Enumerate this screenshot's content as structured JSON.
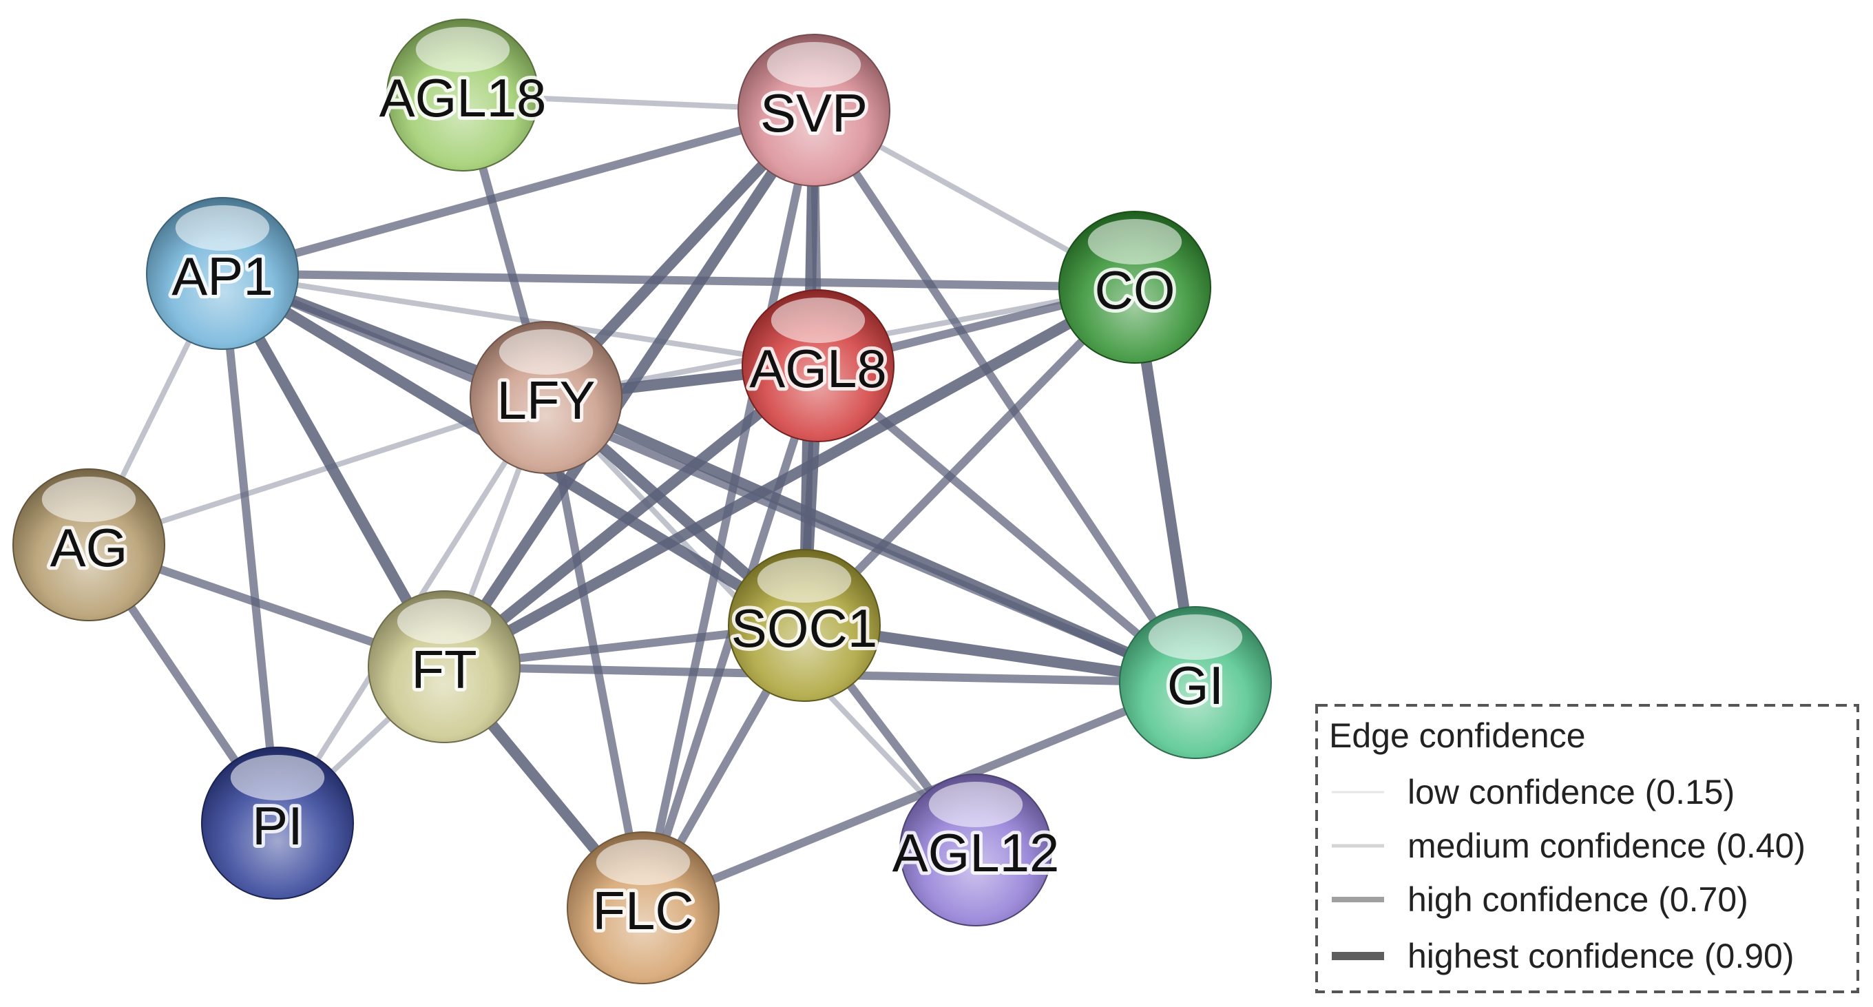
{
  "nodes": [
    {
      "id": "AGL18",
      "label": "AGL18",
      "color": "#9ccc6a"
    },
    {
      "id": "SVP",
      "label": "SVP",
      "color": "#d98a93"
    },
    {
      "id": "AP1",
      "label": "AP1",
      "color": "#6fb3d9"
    },
    {
      "id": "CO",
      "label": "CO",
      "color": "#2f8f2f"
    },
    {
      "id": "LFY",
      "label": "LFY",
      "color": "#c99a86"
    },
    {
      "id": "AGL8",
      "label": "AGL8",
      "color": "#d23a3a"
    },
    {
      "id": "AG",
      "label": "AG",
      "color": "#b39a6a"
    },
    {
      "id": "FT",
      "label": "FT",
      "color": "#c9c78a"
    },
    {
      "id": "SOC1",
      "label": "SOC1",
      "color": "#aaa235"
    },
    {
      "id": "GI",
      "label": "GI",
      "color": "#4fc48a"
    },
    {
      "id": "PI",
      "label": "PI",
      "color": "#2f3f97"
    },
    {
      "id": "FLC",
      "label": "FLC",
      "color": "#d3a06a"
    },
    {
      "id": "AGL12",
      "label": "AGL12",
      "color": "#8f7ad6"
    }
  ],
  "edges": [
    [
      "AGL18",
      "SVP",
      "medium"
    ],
    [
      "AGL18",
      "LFY",
      "high"
    ],
    [
      "SVP",
      "AP1",
      "high"
    ],
    [
      "SVP",
      "CO",
      "medium"
    ],
    [
      "SVP",
      "LFY",
      "highest"
    ],
    [
      "SVP",
      "AGL8",
      "high"
    ],
    [
      "SVP",
      "FT",
      "highest"
    ],
    [
      "SVP",
      "SOC1",
      "highest"
    ],
    [
      "SVP",
      "GI",
      "high"
    ],
    [
      "SVP",
      "FLC",
      "high"
    ],
    [
      "AP1",
      "CO",
      "high"
    ],
    [
      "AP1",
      "AGL8",
      "medium"
    ],
    [
      "AP1",
      "LFY",
      "highest"
    ],
    [
      "AP1",
      "AG",
      "medium"
    ],
    [
      "AP1",
      "PI",
      "high"
    ],
    [
      "AP1",
      "FT",
      "highest"
    ],
    [
      "AP1",
      "SOC1",
      "highest"
    ],
    [
      "AP1",
      "GI",
      "high"
    ],
    [
      "CO",
      "LFY",
      "medium"
    ],
    [
      "CO",
      "AGL8",
      "high"
    ],
    [
      "CO",
      "FT",
      "highest"
    ],
    [
      "CO",
      "SOC1",
      "high"
    ],
    [
      "CO",
      "GI",
      "highest"
    ],
    [
      "LFY",
      "AGL8",
      "highest"
    ],
    [
      "LFY",
      "AG",
      "medium"
    ],
    [
      "LFY",
      "FT",
      "medium"
    ],
    [
      "LFY",
      "SOC1",
      "highest"
    ],
    [
      "LFY",
      "GI",
      "highest"
    ],
    [
      "LFY",
      "FLC",
      "high"
    ],
    [
      "LFY",
      "PI",
      "medium"
    ],
    [
      "LFY",
      "AGL12",
      "medium"
    ],
    [
      "AGL8",
      "SOC1",
      "highest"
    ],
    [
      "AGL8",
      "GI",
      "high"
    ],
    [
      "AGL8",
      "FT",
      "highest"
    ],
    [
      "AGL8",
      "FLC",
      "high"
    ],
    [
      "AG",
      "FT",
      "high"
    ],
    [
      "AG",
      "PI",
      "high"
    ],
    [
      "FT",
      "SOC1",
      "high"
    ],
    [
      "FT",
      "GI",
      "high"
    ],
    [
      "FT",
      "FLC",
      "highest"
    ],
    [
      "FT",
      "PI",
      "medium"
    ],
    [
      "SOC1",
      "GI",
      "highest"
    ],
    [
      "SOC1",
      "FLC",
      "high"
    ],
    [
      "SOC1",
      "AGL12",
      "high"
    ],
    [
      "GI",
      "FLC",
      "high"
    ]
  ],
  "legend": {
    "title": "Edge confidence",
    "items": [
      {
        "label": "low confidence (0.15)",
        "level": "low"
      },
      {
        "label": "medium confidence (0.40)",
        "level": "medium"
      },
      {
        "label": "high confidence (0.70)",
        "level": "high"
      },
      {
        "label": "highest confidence (0.90)",
        "level": "highest"
      }
    ]
  },
  "colors": {
    "edge": "#5a6078",
    "legend_low": "#e6e6e6",
    "legend_medium": "#d4d4d4",
    "legend_high": "#a0a0a0",
    "legend_highest": "#5e5e5e",
    "legend_border": "#555555"
  }
}
